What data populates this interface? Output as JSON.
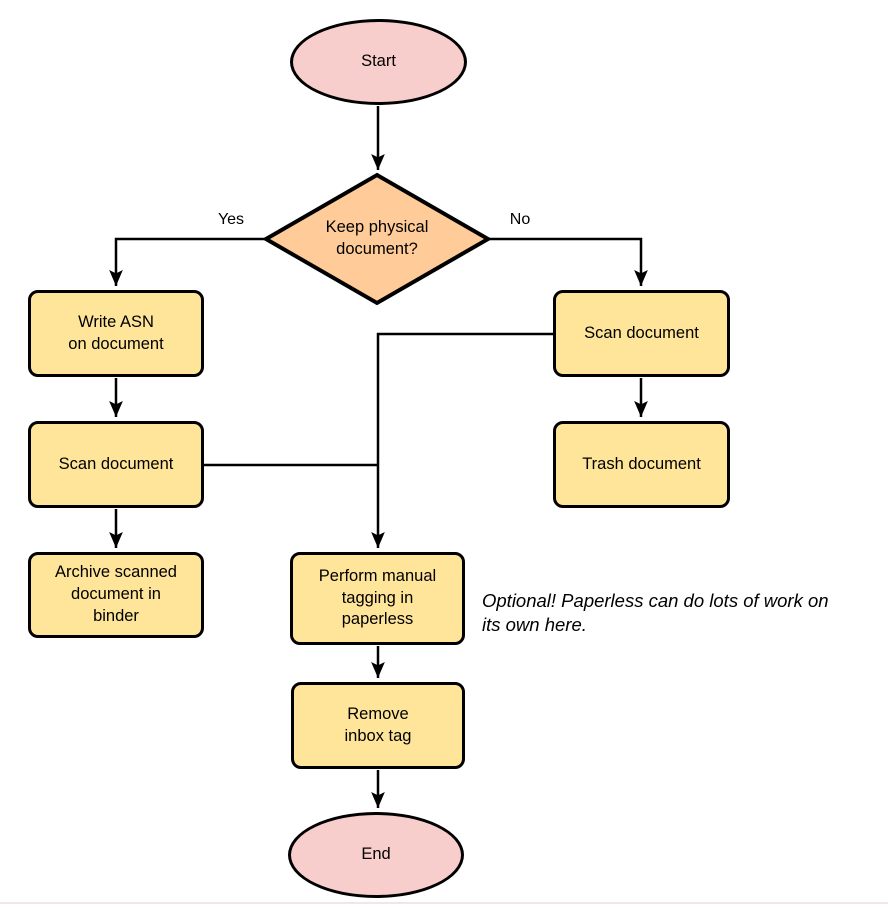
{
  "nodes": {
    "start": "Start",
    "decision": "Keep physical\ndocument?",
    "write_asn": "Write ASN\non document",
    "scan_left": "Scan document",
    "archive": "Archive scanned\ndocument in\nbinder",
    "scan_right": "Scan document",
    "trash": "Trash document",
    "tagging": "Perform manual\ntagging in\npaperless",
    "remove_inbox": "Remove\ninbox tag",
    "end": "End"
  },
  "edge_labels": {
    "yes": "Yes",
    "no": "No"
  },
  "edges": [
    {
      "from": "start",
      "to": "decision",
      "label": ""
    },
    {
      "from": "decision",
      "to": "write_asn",
      "label": "Yes"
    },
    {
      "from": "decision",
      "to": "scan_right",
      "label": "No"
    },
    {
      "from": "write_asn",
      "to": "scan_left",
      "label": ""
    },
    {
      "from": "scan_left",
      "to": "archive",
      "label": ""
    },
    {
      "from": "scan_left",
      "to": "tagging",
      "label": ""
    },
    {
      "from": "scan_right",
      "to": "trash",
      "label": ""
    },
    {
      "from": "scan_right",
      "to": "tagging",
      "label": ""
    },
    {
      "from": "tagging",
      "to": "remove_inbox",
      "label": ""
    },
    {
      "from": "remove_inbox",
      "to": "end",
      "label": ""
    }
  ],
  "annotation": "Optional! Paperless can do lots of work on\nits own here.",
  "colors": {
    "terminator_fill": "#F8CECC",
    "decision_fill": "#FFCC99",
    "process_fill": "#FFE599",
    "stroke": "#000000",
    "canvas_bg": "#FFFFFF"
  }
}
